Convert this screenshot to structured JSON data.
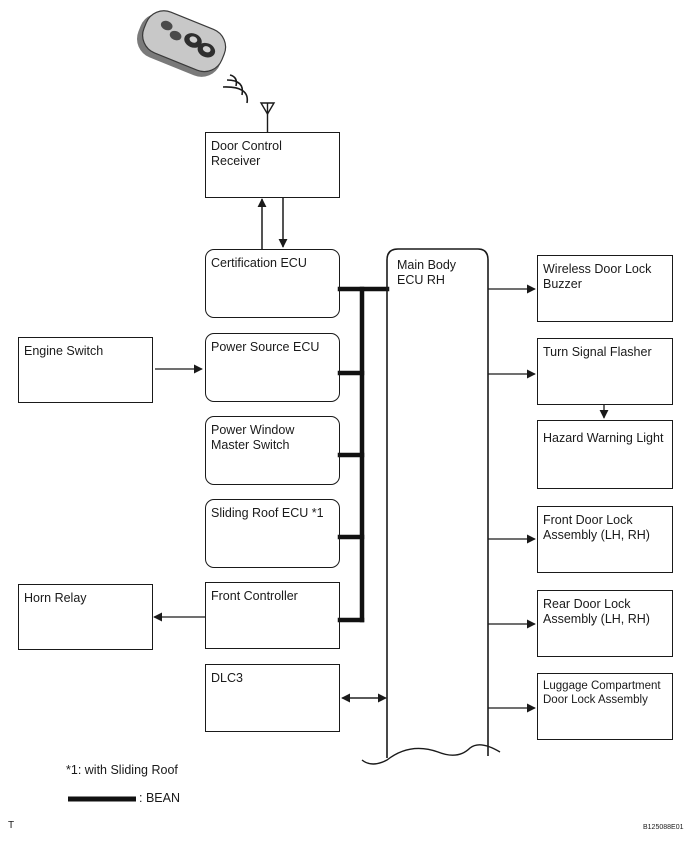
{
  "colors": {
    "line": "#1a1a1a",
    "background": "#ffffff"
  },
  "icons": {
    "key_fob": "key-fob-icon",
    "antenna": "antenna-icon",
    "signal": "wireless-signal-icon"
  },
  "boxes": {
    "door_control_receiver": "Door Control\nReceiver",
    "certification_ecu": "Certification ECU",
    "main_body_ecu": "Main Body\nECU RH",
    "engine_switch": "Engine Switch",
    "power_source_ecu": "Power Source ECU",
    "power_window_master_switch": "Power Window\nMaster Switch",
    "sliding_roof_ecu": "Sliding Roof ECU *1",
    "horn_relay": "Horn Relay",
    "front_controller": "Front Controller",
    "dlc3": "DLC3",
    "wireless_door_lock_buzzer": "Wireless Door Lock\nBuzzer",
    "turn_signal_flasher": "Turn Signal Flasher",
    "hazard_warning_light": "Hazard Warning Light",
    "front_door_lock_assembly": "Front Door Lock\nAssembly (LH, RH)",
    "rear_door_lock_assembly": "Rear Door Lock\nAssembly (LH, RH)",
    "luggage_compartment_door_lock": "Luggage Compartment\nDoor Lock Assembly"
  },
  "notes": {
    "footnote": "*1: with Sliding Roof",
    "legend_label": ": BEAN",
    "corner_mark": "T",
    "figure_code": "B125088E01"
  }
}
